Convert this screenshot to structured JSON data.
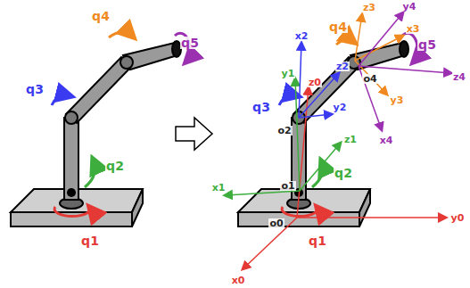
{
  "diagram": {
    "labels": [
      "q4",
      "q5",
      "q3",
      "q2",
      "q1",
      "z3",
      "y4",
      "x2",
      "q4",
      "x3",
      "q5",
      "y1",
      "z2",
      "z0",
      "o4",
      "z4",
      "q3",
      "o2",
      "y2",
      "y3",
      "z1",
      "x4",
      "x1",
      "o1",
      "q2",
      "y0",
      "o0",
      "q1",
      "x0"
    ]
  }
}
